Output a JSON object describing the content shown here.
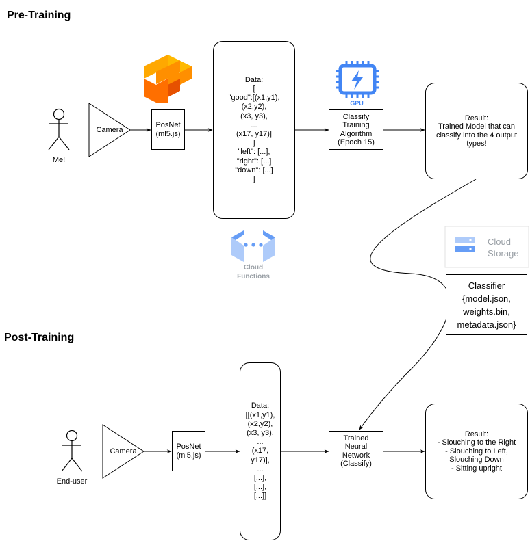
{
  "pre": {
    "title": "Pre-Training",
    "actor": "Me!",
    "camera": "Camera",
    "posnet": [
      "PosNet",
      "(ml5.js)"
    ],
    "data_lines": [
      "Data:",
      "[",
      "\"good\":[(x1,y1),",
      "(x2,y2),",
      "(x3, y3),",
      "...",
      "(x17, y17)]",
      "]",
      "\"left\": [...],",
      "\"right\": [...]",
      "\"down\": [...]",
      "]"
    ],
    "gpu_label": "GPU",
    "train": [
      "Classify",
      "Training",
      "Algorithm",
      "(Epoch 15)"
    ],
    "result": [
      "Result:",
      "Trained Model that can",
      "classify into the 4 output",
      "types!"
    ],
    "cloud_functions": [
      "Cloud",
      "Functions"
    ]
  },
  "storage": {
    "cloud_storage": [
      "Cloud",
      "Storage"
    ],
    "classifier": [
      "Classifier",
      "{model.json,",
      "weights.bin,",
      "metadata.json}"
    ]
  },
  "post": {
    "title": "Post-Training",
    "actor": "End-user",
    "camera": "Camera",
    "posnet": [
      "PosNet",
      "(ml5.js)"
    ],
    "data_lines": [
      "Data:",
      "[[(x1,y1),",
      "(x2,y2),",
      "(x3, y3),",
      "...",
      "(x17,",
      "y17)],",
      "...",
      "[...],",
      "[...],",
      "[...]]"
    ],
    "network": [
      "Trained",
      "Neural",
      "Network",
      "(Classify)"
    ],
    "result": [
      "Result:",
      "- Slouching to the Right",
      "- Slouching to Left,",
      "Slouching Down",
      "- Sitting upright"
    ]
  },
  "colors": {
    "tf_orange_light": "#FFA800",
    "tf_orange_dark": "#FF6F00",
    "gpu_blue": "#4285F4",
    "cloud_blue": "#AECBFA",
    "cloud_gray": "#9AA0A6"
  }
}
